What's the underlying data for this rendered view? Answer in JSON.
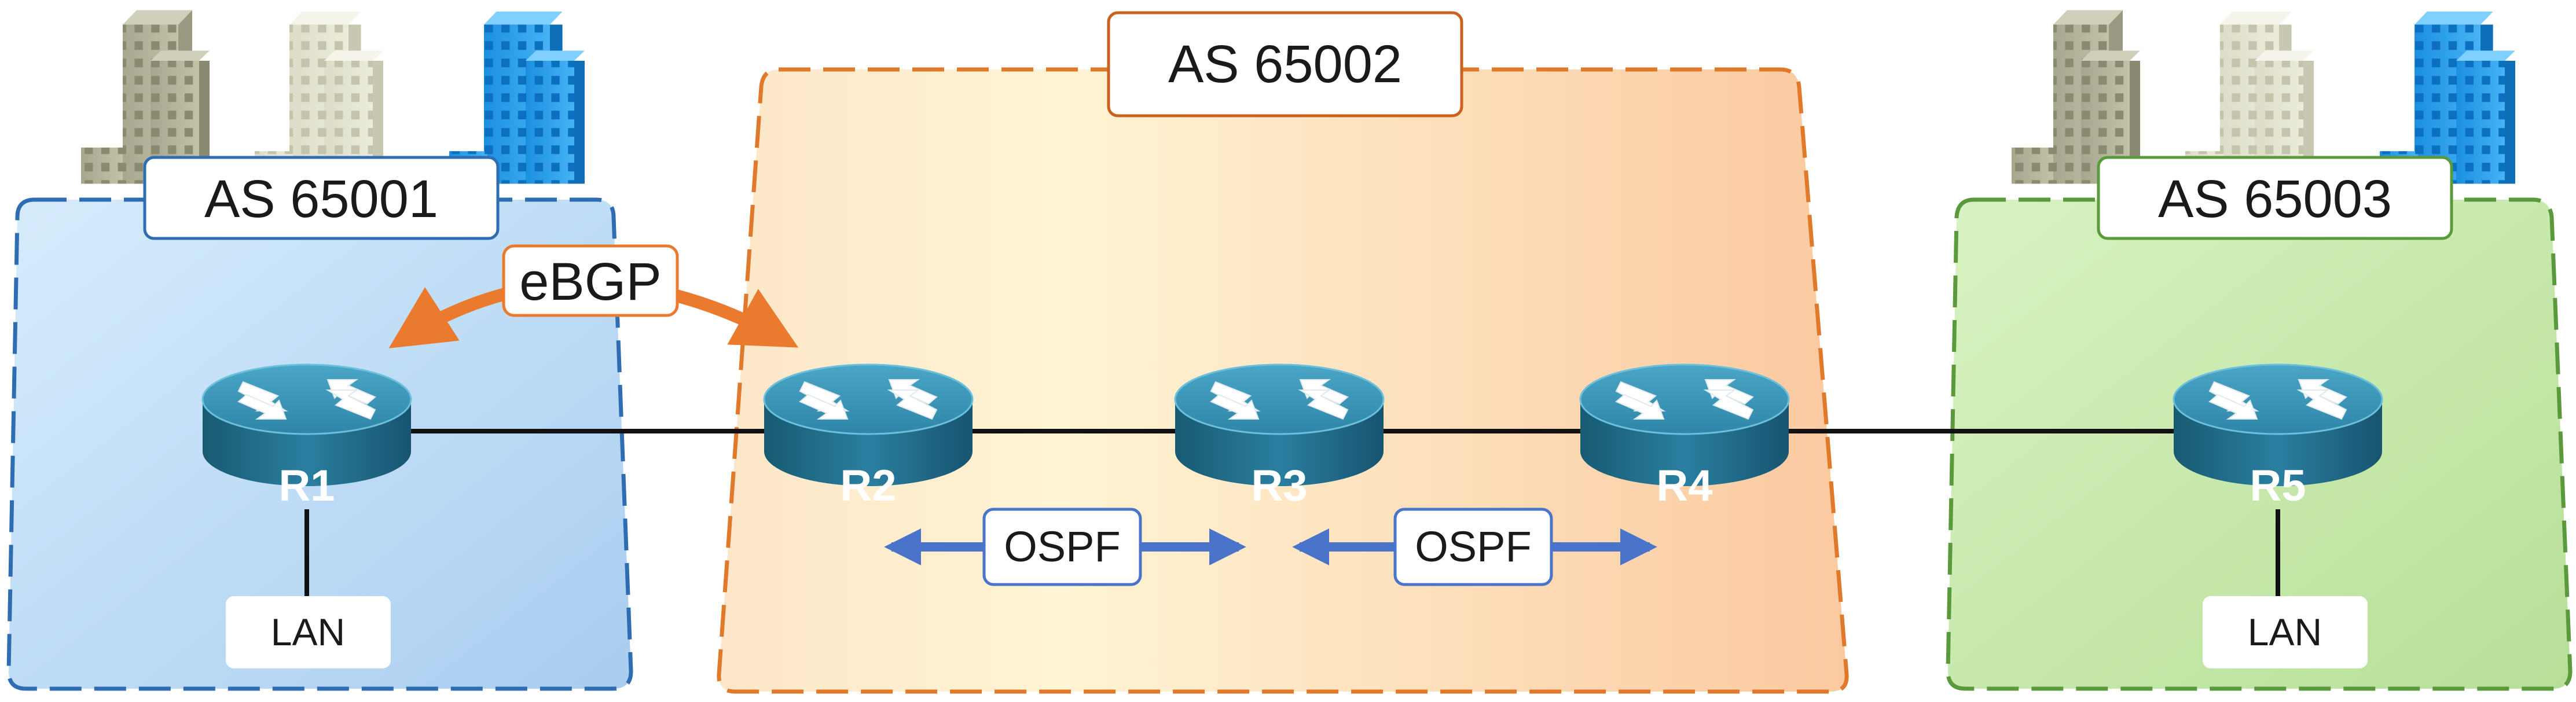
{
  "zones": [
    {
      "id": "as65001",
      "label": "AS 65001",
      "fill": "#bcdcf5",
      "border": "#2f6db3"
    },
    {
      "id": "as65002",
      "label": "AS 65002",
      "fill": "#fde6c9",
      "border": "#e07a2a"
    },
    {
      "id": "as65003",
      "label": "AS 65003",
      "fill": "#c9ebb0",
      "border": "#5a9a3c"
    }
  ],
  "routers": [
    {
      "id": "r1",
      "label": "R1"
    },
    {
      "id": "r2",
      "label": "R2"
    },
    {
      "id": "r3",
      "label": "R3"
    },
    {
      "id": "r4",
      "label": "R4"
    },
    {
      "id": "r5",
      "label": "R5"
    }
  ],
  "protocols": {
    "ebgp": "eBGP",
    "ospf_left": "OSPF",
    "ospf_right": "OSPF"
  },
  "lans": {
    "left": "LAN",
    "right": "LAN"
  },
  "colors": {
    "router_body": "#1f6f8b",
    "router_top": "#3a93b3",
    "ebgp_arrow": "#ea7a2e",
    "ospf_arrow": "#4a74c9",
    "link": "#111111"
  },
  "icons": [
    "building-icon",
    "router-icon"
  ]
}
